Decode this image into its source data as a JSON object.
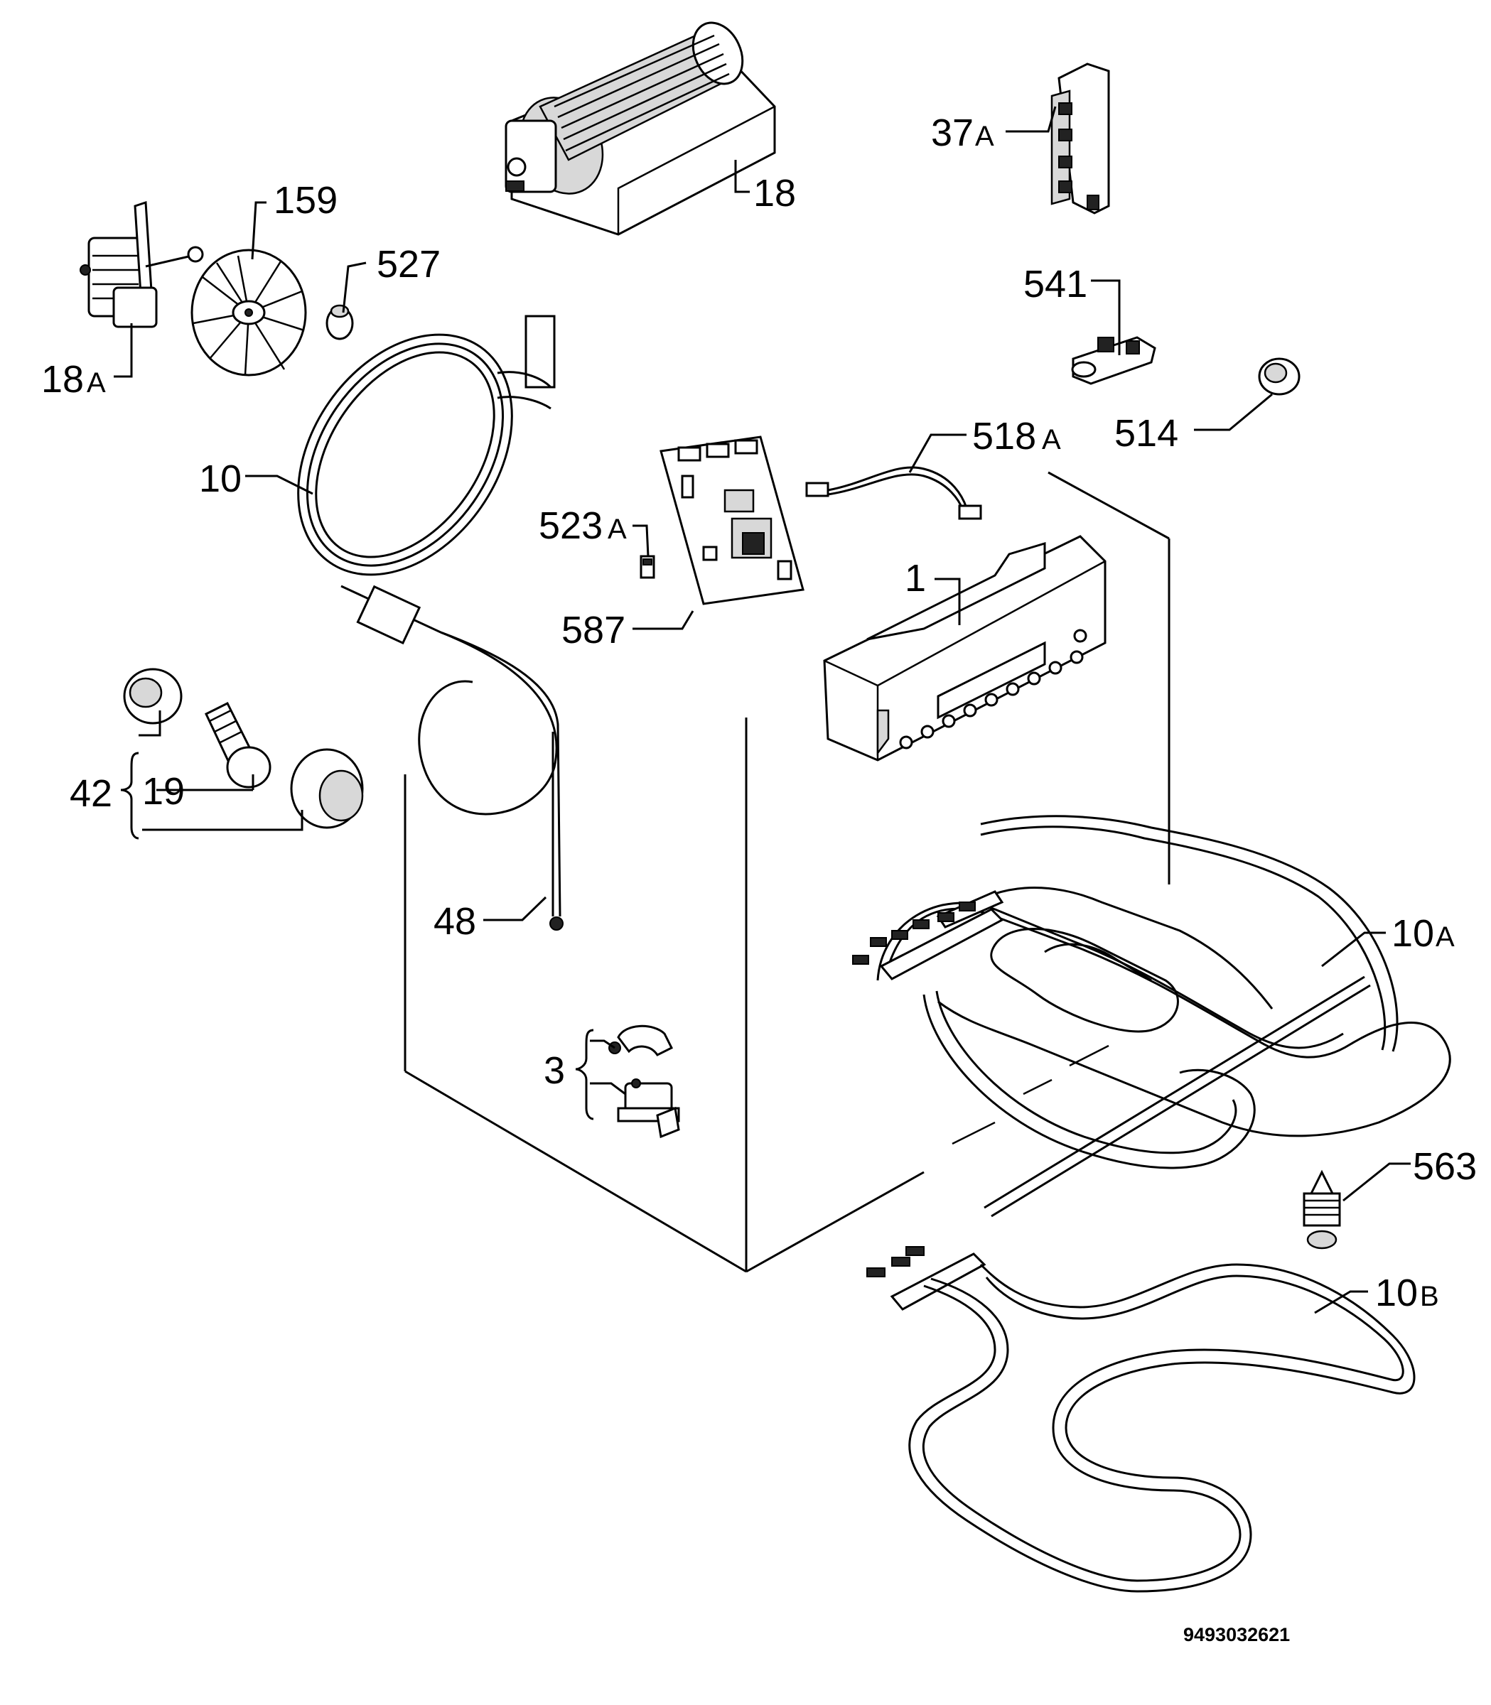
{
  "labels": {
    "p18": "18",
    "p37a_num": "37",
    "p37a_suf": "A",
    "p159": "159",
    "p527": "527",
    "p18a_num": "18",
    "p18a_suf": "A",
    "p541": "541",
    "p10": "10",
    "p514": "514",
    "p518a_num": "518",
    "p518a_suf": "A",
    "p523a_num": "523",
    "p523a_suf": "A",
    "p1": "1",
    "p587": "587",
    "p42": "42",
    "p19": "19",
    "p48": "48",
    "p10a_num": "10",
    "p10a_suf": "A",
    "p3": "3",
    "p563": "563",
    "p10b_num": "10",
    "p10b_suf": "B"
  },
  "document_number": "9493032621"
}
